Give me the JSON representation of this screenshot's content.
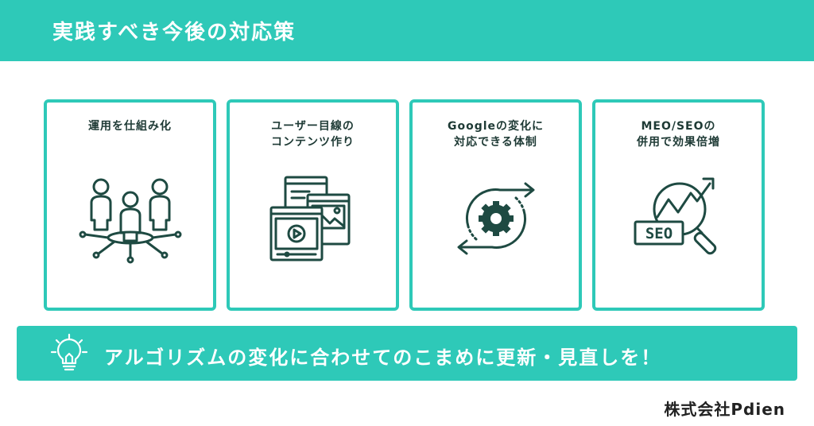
{
  "header": {
    "title": "実践すべき今後の対応策"
  },
  "cards": [
    {
      "title": "運用を仕組み化",
      "icon": "team-network-icon"
    },
    {
      "title": "ユーザー目線の\nコンテンツ作り",
      "icon": "content-media-icon"
    },
    {
      "title": "Googleの変化に\n対応できる体制",
      "icon": "gear-cycle-icon"
    },
    {
      "title": "MEO/SEOの\n併用で効果倍増",
      "icon": "seo-growth-icon"
    }
  ],
  "banner": {
    "text": "アルゴリズムの変化に合わせてのこまめに更新・見直しを！",
    "icon": "lightbulb-icon"
  },
  "footer": {
    "company": "株式会社Pdien"
  },
  "colors": {
    "accent": "#2ec9b8",
    "icon_stroke": "#1e4a42"
  }
}
